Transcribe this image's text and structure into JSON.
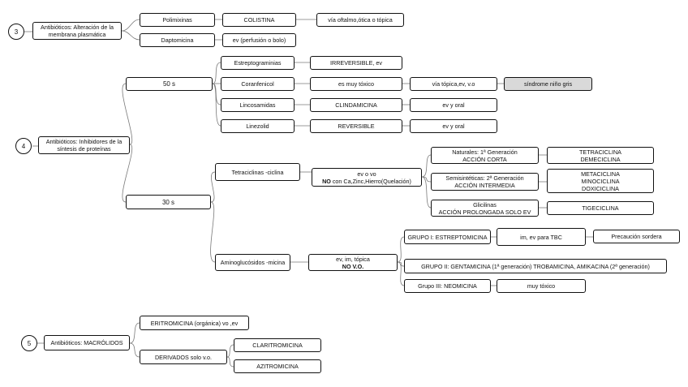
{
  "sections": {
    "s3": {
      "number": "3",
      "title": "Antibióticos: Alteración de la membrana plasmática",
      "polimixinas": "Polimixinas",
      "colistina": "COLISTINA",
      "colistina_via": "vía oftalmo,ótica o tópica",
      "daptomicina": "Daptomicina",
      "daptomicina_via": "ev (perfusión o bolo)"
    },
    "s4": {
      "number": "4",
      "title": "Antibióticos: Inhibidores de la síntesis de proteínas",
      "sub50": "50 s",
      "estreptograminias": "Estreptograminias",
      "estreptograminias_info": "IRREVERSIBLE, ev",
      "coranfenicol": "Coranfenicol",
      "coranfenicol_tox": "es muy tóxico",
      "coranfenicol_via": "vía tópica,ev, v.o",
      "coranfenicol_sindrome": "síndrome niño gris",
      "lincosamidas": "Lincosamidas",
      "clindamicina": "CLINDAMICINA",
      "clindamicina_via": "ev y oral",
      "linezolid": "Linezolid",
      "linezolid_info": "REVERSIBLE",
      "linezolid_via": "ev y oral",
      "sub30": "30 s",
      "tetraciclinas": "Tetraciclinas -ciclina",
      "tetra_via_line1": "ev o vo",
      "tetra_via_no": "NO",
      "tetra_via_rest": " con Ca,Zinc,Hierro(Quelación)",
      "naturales_line1": "Naturales: 1ª Generación",
      "naturales_line2": "ACCIÓN CORTA",
      "naturales_drug1": "TETRACICLINA",
      "naturales_drug2": "DEMECICLINA",
      "semi_line1": "Semisintéticas: 2ª Generación",
      "semi_line2": "ACCIÓN INTERMEDIA",
      "semi_drug1": "METACICLINA",
      "semi_drug2": "MINOCICLINA",
      "semi_drug3": "DOXICICLINA",
      "glici_line1": "Glicilinas",
      "glici_line2": "ACCIÓN PROLONGADA SOLO EV",
      "glici_drug": "TIGECICLINA",
      "aminoglucosidos": "Aminoglucósidos -micina",
      "amino_via_line1": "ev, im, tópica",
      "amino_via_line2": "NO V.O.",
      "grupo1": "GRUPO I: ESTREPTOMICINA",
      "grupo1_via": "im, ev para TBC",
      "grupo1_precaucion": "Precaución sordera",
      "grupo2": "GRUPO II: GENTAMICINA (1ª generación) TROBAMICINA, AMIKACINA (2ª generación)",
      "grupo3": "Grupo III: NEOMICINA",
      "grupo3_tox": "muy tóxico"
    },
    "s5": {
      "number": "5",
      "title": "Antibióticos: MACRÓLIDOS",
      "eritromicina": "ERITROMICINA (orgánica) vo ,ev",
      "derivados": "DERIVADOS solo v.o.",
      "claritromicina": "CLARITROMICINA",
      "azitromicina": "AZITROMICINA"
    }
  }
}
